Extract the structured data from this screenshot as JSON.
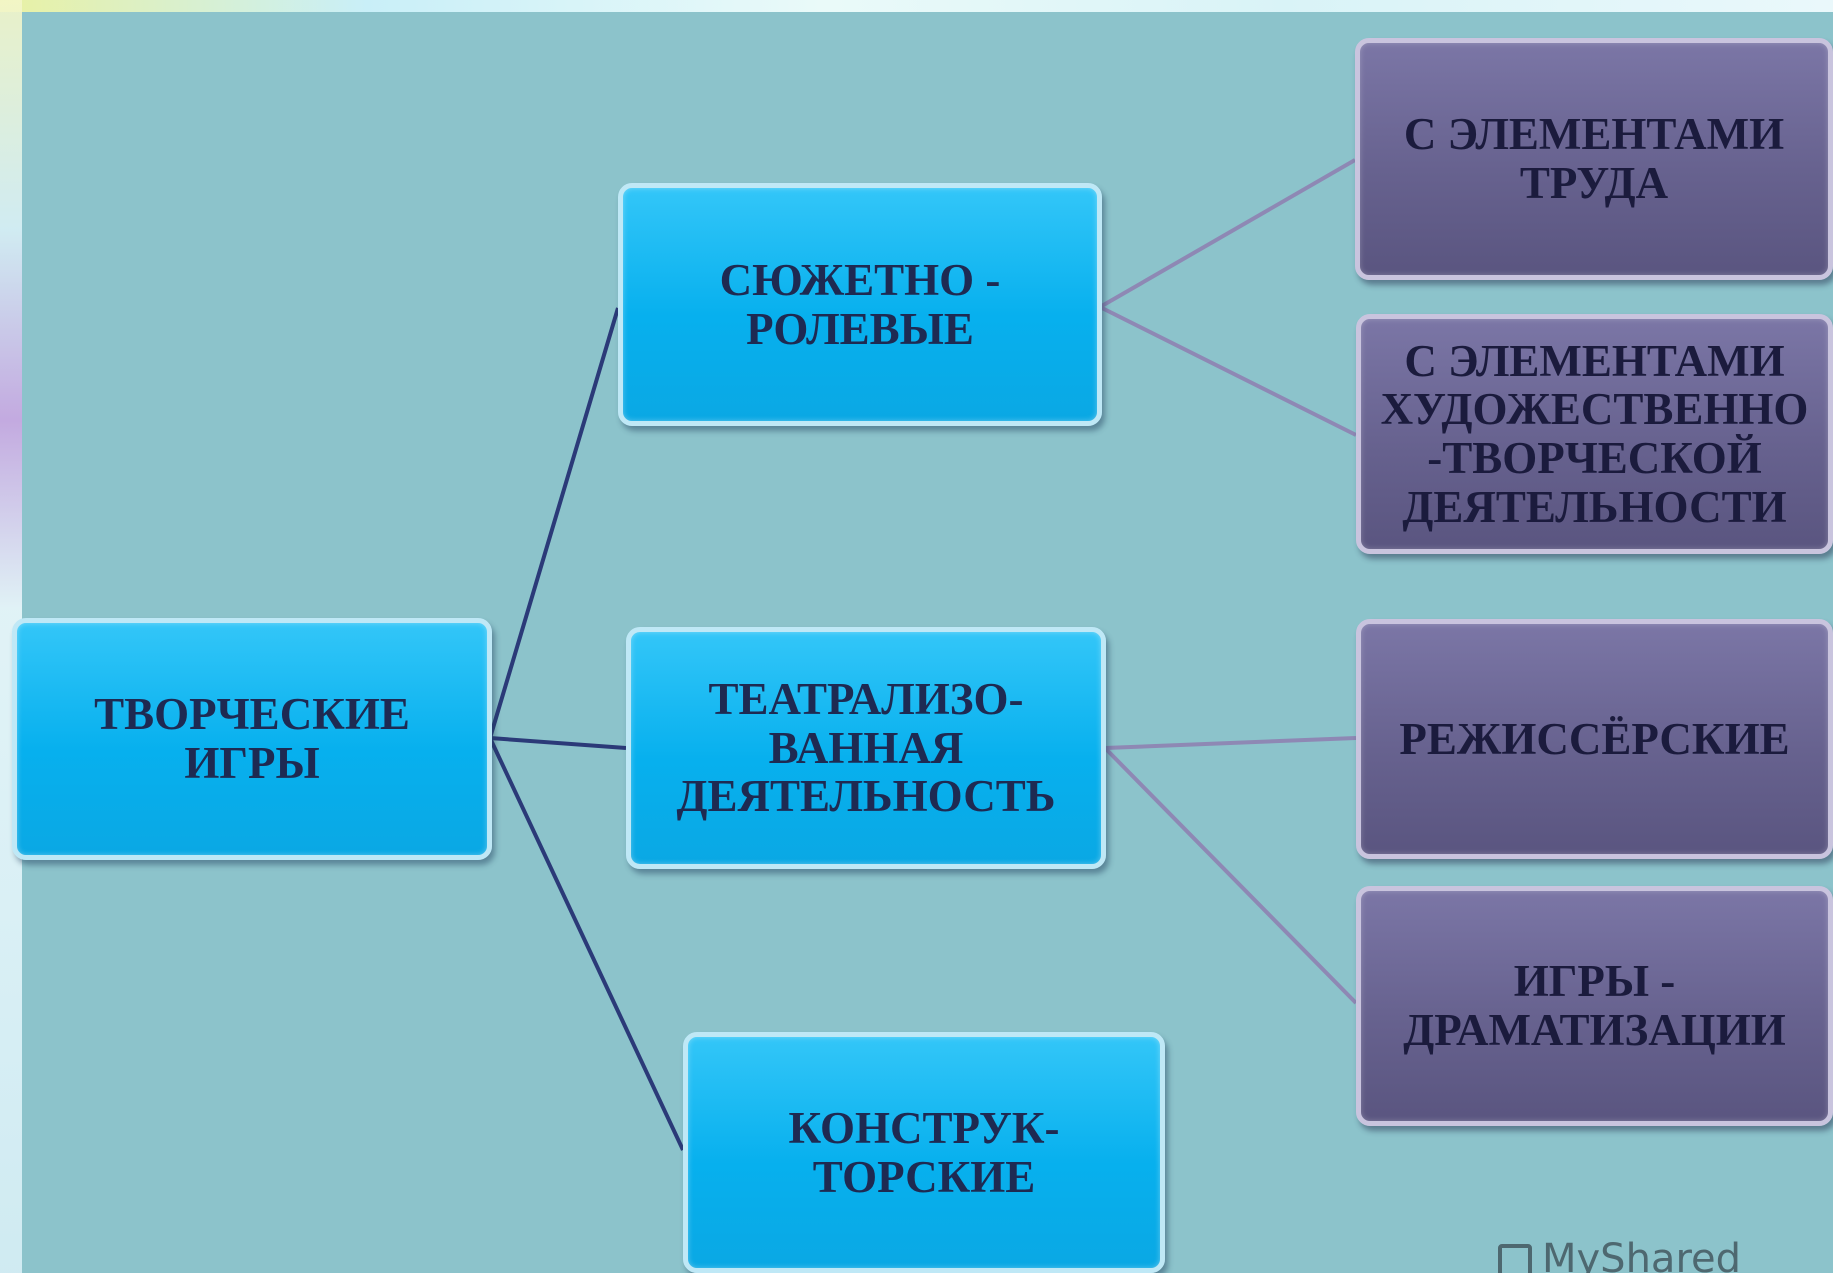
{
  "diagram": {
    "root": {
      "label": "ТВОРЧЕСКИЕ\nИГРЫ"
    },
    "level1": [
      {
        "id": "syuzhetno",
        "label": "СЮЖЕТНО -\nРОЛЕВЫЕ"
      },
      {
        "id": "teatr",
        "label": "ТЕАТРАЛИЗО-\nВАННАЯ\nДЕЯТЕЛЬНОСТЬ"
      },
      {
        "id": "konstr",
        "label": "КОНСТРУК-\nТОРСКИЕ"
      }
    ],
    "level2": [
      {
        "id": "trud",
        "parent": "syuzhetno",
        "label": "С ЭЛЕМЕНТАМИ\nТРУДА"
      },
      {
        "id": "hud",
        "parent": "syuzhetno",
        "label": "С ЭЛЕМЕНТАМИ\nХУДОЖЕСТВЕННО\n-ТВОРЧЕСКОЙ\nДЕЯТЕЛЬНОСТИ"
      },
      {
        "id": "rezh",
        "parent": "teatr",
        "label": "РЕЖИССЁРСКИЕ"
      },
      {
        "id": "dram",
        "parent": "teatr",
        "label": "ИГРЫ -\nДРАМАТИЗАЦИИ"
      }
    ]
  },
  "colors": {
    "background": "#8cc3cb",
    "blue_box": "#07b0ee",
    "purple_box": "#67628f",
    "connector_dark": "#2b3a78",
    "connector_light": "#8e88b4",
    "text": "#1e2a52"
  },
  "watermark": {
    "text": "MyShared",
    "icon": "myshared-logo-icon"
  }
}
